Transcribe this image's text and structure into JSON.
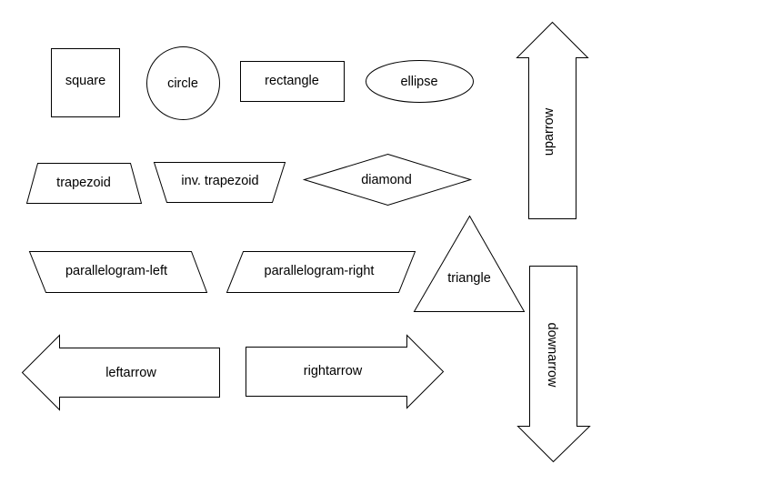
{
  "colors": {
    "background": "#ffffff",
    "stroke": "#000000",
    "fill": "#ffffff",
    "text": "#000000"
  },
  "shapes": {
    "square": "square",
    "circle": "circle",
    "rectangle": "rectangle",
    "ellipse": "ellipse",
    "uparrow": "uparrow",
    "trapezoid": "trapezoid",
    "inv_trapezoid": "inv. trapezoid",
    "diamond": "diamond",
    "parallelogram_left": "parallelogram-left",
    "parallelogram_right": "parallelogram-right",
    "triangle": "triangle",
    "leftarrow": "leftarrow",
    "rightarrow": "rightarrow",
    "downarrow": "downarrow"
  }
}
